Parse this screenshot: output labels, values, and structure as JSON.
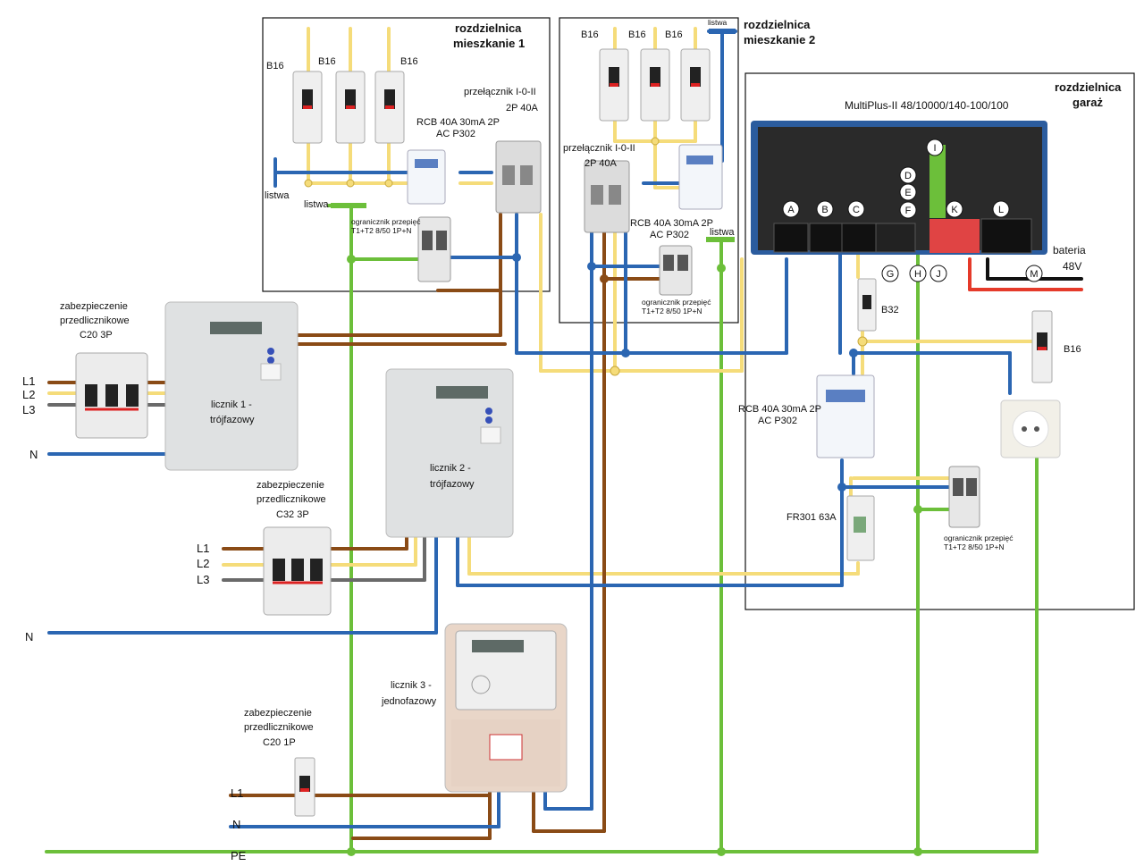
{
  "boxes": {
    "m1": {
      "title1": "rozdzielnica",
      "title2": "mieszkanie 1"
    },
    "m2": {
      "title1": "rozdzielnica",
      "title2": "mieszkanie 2"
    },
    "garage": {
      "title1": "rozdzielnica",
      "title2": "garaż"
    }
  },
  "m1": {
    "b16_1": "B16",
    "b16_2": "B16",
    "b16_3": "B16",
    "switch1": "przełącznik I-0-II",
    "switch2": "2P 40A",
    "rcb1": "RCB 40A 30mA 2P",
    "rcb2": "AC P302",
    "listwa_left": "listwa",
    "listwa_mid": "listwa",
    "spd1": "ogranicznik przepięć",
    "spd2": "T1+T2 8/50 1P+N"
  },
  "m2": {
    "b16_1": "B16",
    "b16_2": "B16",
    "b16_3": "B16",
    "listwa_top": "listwa",
    "listwa_right": "listwa",
    "switch1": "przełącznik I-0-II",
    "switch2": "2P 40A",
    "rcb1": "RCB 40A 30mA 2P",
    "rcb2": "AC P302",
    "spd1": "ogranicznik przepięć",
    "spd2": "T1+T2 8/50 1P+N"
  },
  "garage": {
    "inverter": "MultiPlus-II 48/10000/140-100/100",
    "markers": [
      "A",
      "B",
      "C",
      "D",
      "E",
      "F",
      "G",
      "H",
      "I",
      "J",
      "K",
      "L",
      "M"
    ],
    "battery1": "bateria",
    "battery2": "48V",
    "b32": "B32",
    "b16": "B16",
    "rcb1": "RCB 40A 30mA 2P",
    "rcb2": "AC P302",
    "fr": "FR301 63A",
    "spd1": "ogranicznik przepięć",
    "spd2": "T1+T2 8/50 1P+N"
  },
  "left": {
    "prot1_1": "zabezpieczenie",
    "prot1_2": "przedlicznikowe",
    "prot1_3": "C20 3P",
    "l1": "L1",
    "l2": "L2",
    "l3": "L3",
    "n": "N",
    "meter1_1": "licznik 1 -",
    "meter1_2": "trójfazowy",
    "meter2_1": "licznik 2 -",
    "meter2_2": "trójfazowy",
    "prot2_1": "zabezpieczenie",
    "prot2_2": "przedlicznikowe",
    "prot2_3": "C32 3P",
    "l1b": "L1",
    "l2b": "L2",
    "l3b": "L3",
    "nb": "N",
    "meter3_1": "licznik 3 -",
    "meter3_2": "jednofazowy",
    "prot3_1": "zabezpieczenie",
    "prot3_2": "przedlicznikowe",
    "prot3_3": "C20 1P",
    "l1c": "L1",
    "nc": "N",
    "pe": "PE"
  }
}
